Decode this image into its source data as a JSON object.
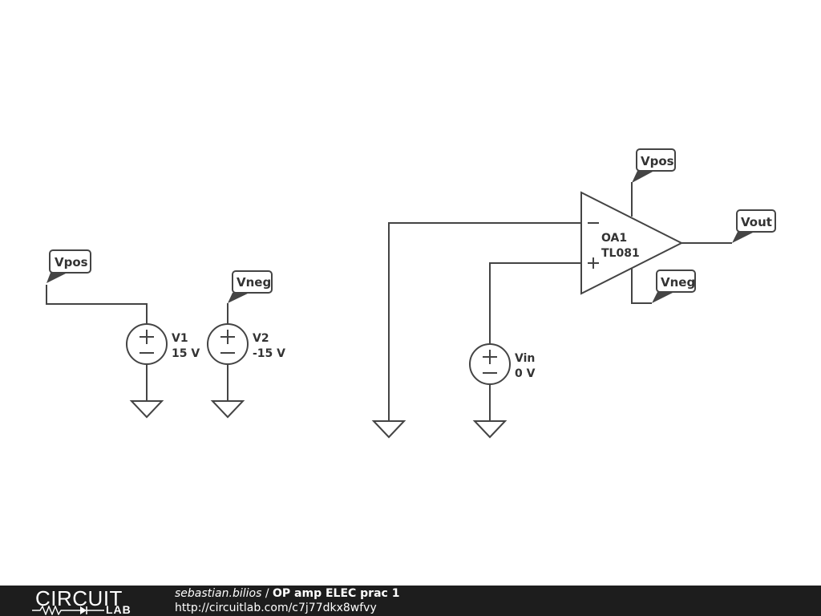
{
  "schematic": {
    "labels": {
      "vpos_tag_left": "Vpos",
      "vneg_tag_left": "Vneg",
      "vpos_tag_opamp": "Vpos",
      "vneg_tag_opamp": "Vneg",
      "vout_tag": "Vout",
      "v1_name": "V1",
      "v1_value": "15 V",
      "v2_name": "V2",
      "v2_value": "-15 V",
      "vin_name": "Vin",
      "vin_value": "0 V",
      "oa1_name": "OA1",
      "oa1_part": "TL081"
    }
  },
  "footer": {
    "logo_top": "CIRCUIT",
    "logo_bottom": "LAB",
    "author": "sebastian.bilios",
    "separator": " / ",
    "title": "OP amp ELEC prac 1",
    "url": "http://circuitlab.com/c7j77dkx8wfvy"
  },
  "colors": {
    "line": "#444444",
    "text": "#333333",
    "footer_bg": "#1d1d1d",
    "footer_text": "#ffffff"
  }
}
